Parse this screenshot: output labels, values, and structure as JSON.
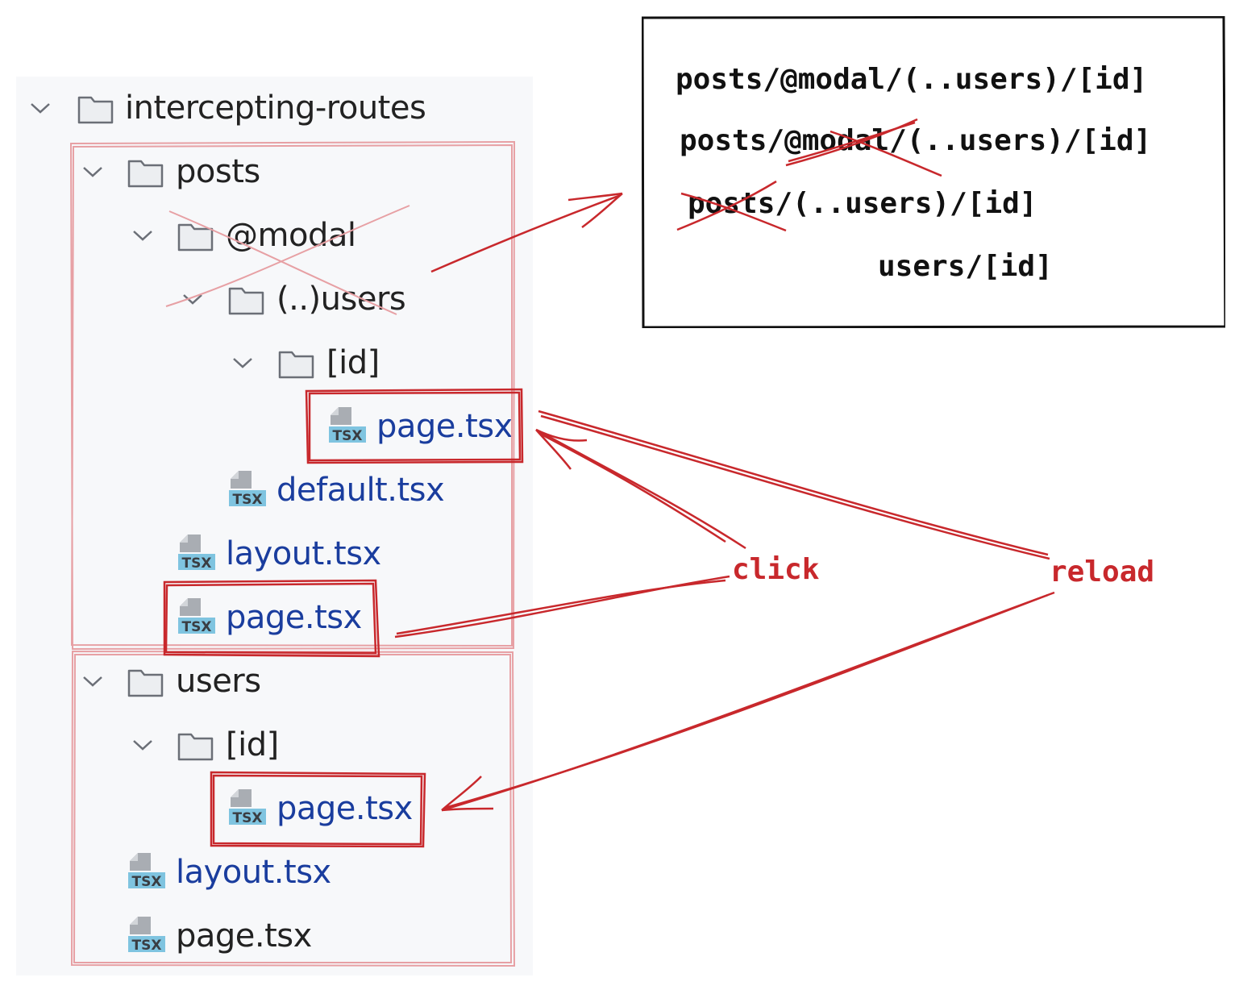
{
  "tree": {
    "root": "intercepting-routes",
    "posts": "posts",
    "modal": "@modal",
    "users_intercept": "(..)users",
    "id_intercept": "[id]",
    "page_intercept": "page.tsx",
    "default": "default.tsx",
    "posts_layout": "layout.tsx",
    "posts_page": "page.tsx",
    "users": "users",
    "users_id": "[id]",
    "users_page": "page.tsx",
    "root_layout": "layout.tsx",
    "root_page": "page.tsx"
  },
  "icons": {
    "chevron": "chevron-down-icon",
    "folder": "folder-icon",
    "file": "tsx-file-icon",
    "file_badge": "TSX"
  },
  "routes": {
    "line1": "posts/@modal/(..users)/[id]",
    "line2": "posts/@modal/(..users)/[id]",
    "line3": "posts/(..users)/[id]",
    "line4": "users/[id]"
  },
  "annotations": {
    "click": "click",
    "reload": "reload"
  },
  "colors": {
    "annotation_red": "#c8282c",
    "file_blue": "#1a3d9e",
    "tsx_badge": "#7fc4e0",
    "panel_bg": "#f7f8fa"
  }
}
